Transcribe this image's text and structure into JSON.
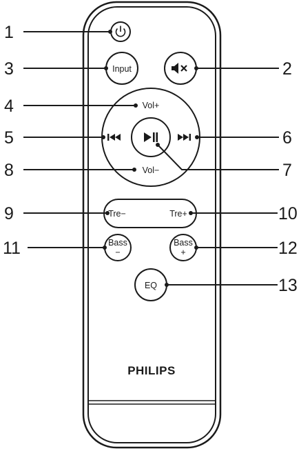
{
  "brand": "PHILIPS",
  "callouts": [
    {
      "number": "1",
      "target": "power-button",
      "icon": "power-icon"
    },
    {
      "number": "2",
      "target": "mute-button",
      "icon": "mute-icon"
    },
    {
      "number": "3",
      "target": "input-button",
      "label": "Input"
    },
    {
      "number": "4",
      "target": "vol-up-button",
      "label": "Vol+"
    },
    {
      "number": "5",
      "target": "previous-button",
      "icon": "skip-previous-icon"
    },
    {
      "number": "6",
      "target": "next-button",
      "icon": "skip-next-icon"
    },
    {
      "number": "7",
      "target": "play-pause-button",
      "icon": "play-pause-icon"
    },
    {
      "number": "8",
      "target": "vol-down-button",
      "label": "Vol−"
    },
    {
      "number": "9",
      "target": "treble-down-button",
      "label": "Tre−"
    },
    {
      "number": "10",
      "target": "treble-up-button",
      "label": "Tre+"
    },
    {
      "number": "11",
      "target": "bass-down-button",
      "label": "Bass\n−"
    },
    {
      "number": "12",
      "target": "bass-up-button",
      "label": "Bass\n+"
    },
    {
      "number": "13",
      "target": "eq-button",
      "label": "EQ"
    }
  ],
  "buttons": {
    "input": "Input",
    "vol_up": "Vol+",
    "vol_down": "Vol−",
    "treble_down": "Tre−",
    "treble_up": "Tre+",
    "bass_down_top": "Bass",
    "bass_down_bottom": "−",
    "bass_up_top": "Bass",
    "bass_up_bottom": "+",
    "eq": "EQ"
  },
  "numbers": {
    "n1": "1",
    "n2": "2",
    "n3": "3",
    "n4": "4",
    "n5": "5",
    "n6": "6",
    "n7": "7",
    "n8": "8",
    "n9": "9",
    "n10": "10",
    "n11": "11",
    "n12": "12",
    "n13": "13"
  },
  "colors": {
    "ink": "#1a1a1a",
    "background": "#ffffff"
  }
}
